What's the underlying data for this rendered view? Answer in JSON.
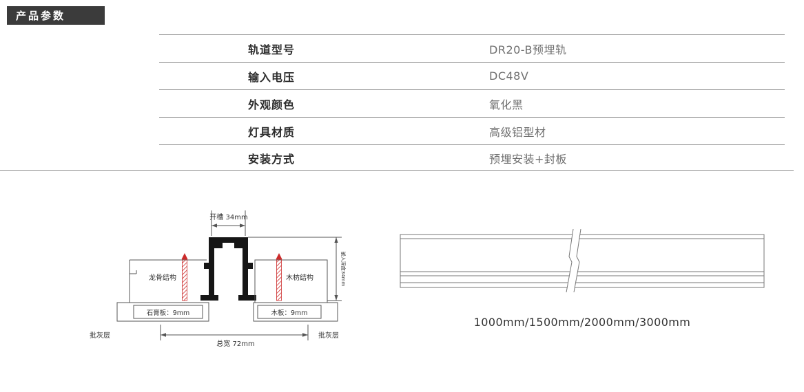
{
  "header": {
    "title": "产品参数"
  },
  "spec_table": {
    "rows": [
      {
        "label": "轨道型号",
        "value": "DR20-B预埋轨"
      },
      {
        "label": "输入电压",
        "value": "DC48V"
      },
      {
        "label": "外观颜色",
        "value": "氧化黑"
      },
      {
        "label": "灯具材质",
        "value": "高级铝型材"
      },
      {
        "label": "安装方式",
        "value": "预埋安装+封板"
      }
    ]
  },
  "install_diagram": {
    "slot_dim": "开槽 34mm",
    "keel_label": "龙骨结构",
    "wood_frame_label": "木枋结构",
    "gypsum_board_label": "石膏板：9mm",
    "wood_board_label": "木板：9mm",
    "plaster_left_label": "批灰层",
    "plaster_right_label": "批灰层",
    "total_width_dim": "总宽 72mm",
    "depth_dim": "嵌入深度34mm"
  },
  "rail_diagram": {
    "lengths_label": "1000mm/1500mm/2000mm/3000mm"
  },
  "colors": {
    "badge_bg": "#3b3b3b",
    "badge_text": "#ffffff",
    "table_line": "#8f8f8f",
    "label_text": "#2d2d2d",
    "value_text": "#6f6f6f",
    "diagram_line": "#555555",
    "track_black": "#161616",
    "screw_red": "#cc2b2b"
  }
}
